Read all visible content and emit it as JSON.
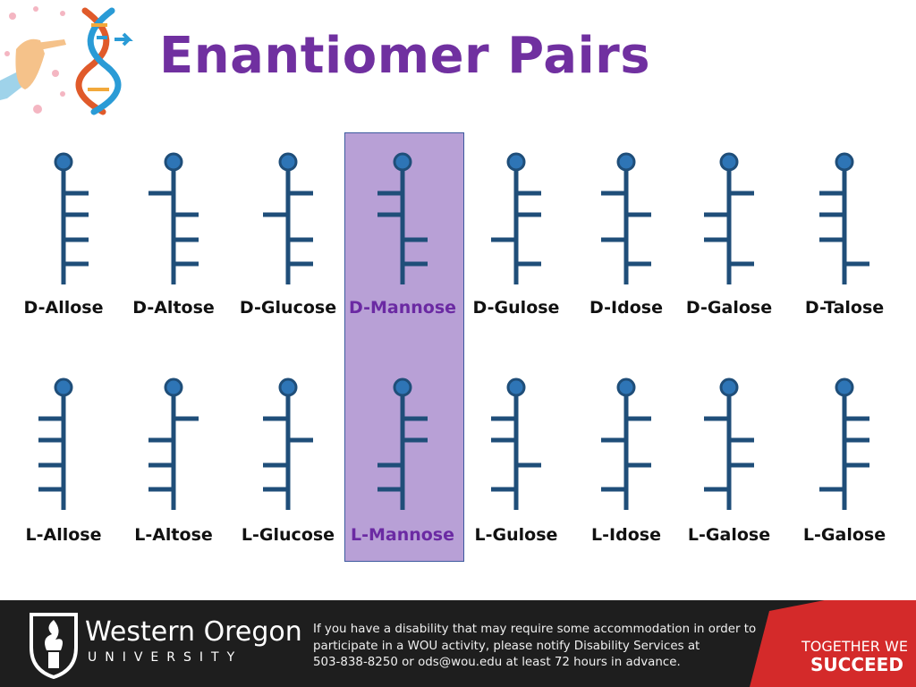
{
  "title": "Enantiomer Pairs",
  "colors": {
    "title": "#7030a0",
    "structure": "#1f4e79",
    "atom": "#2e75b6",
    "highlight": "#b8a0d6",
    "footer": "#1e1e1e",
    "accent": "#d42a2a"
  },
  "d_row": [
    {
      "label": "D-Allose",
      "substituents": [
        "R",
        "R",
        "R",
        "R"
      ]
    },
    {
      "label": "D-Altose",
      "substituents": [
        "L",
        "R",
        "R",
        "R"
      ]
    },
    {
      "label": "D-Glucose",
      "substituents": [
        "R",
        "L",
        "R",
        "R"
      ]
    },
    {
      "label": "D-Mannose",
      "substituents": [
        "L",
        "L",
        "R",
        "R"
      ]
    },
    {
      "label": "D-Gulose",
      "substituents": [
        "R",
        "R",
        "L",
        "R"
      ]
    },
    {
      "label": "D-Idose",
      "substituents": [
        "L",
        "R",
        "L",
        "R"
      ]
    },
    {
      "label": "D-Galose",
      "substituents": [
        "R",
        "L",
        "L",
        "R"
      ]
    },
    {
      "label": "D-Talose",
      "substituents": [
        "L",
        "L",
        "L",
        "R"
      ]
    }
  ],
  "l_row": [
    {
      "label": "L-Allose",
      "substituents": [
        "L",
        "L",
        "L",
        "L"
      ]
    },
    {
      "label": "L-Altose",
      "substituents": [
        "R",
        "L",
        "L",
        "L"
      ]
    },
    {
      "label": "L-Glucose",
      "substituents": [
        "L",
        "R",
        "L",
        "L"
      ]
    },
    {
      "label": "L-Mannose",
      "substituents": [
        "R",
        "R",
        "L",
        "L"
      ]
    },
    {
      "label": "L-Gulose",
      "substituents": [
        "L",
        "L",
        "R",
        "L"
      ]
    },
    {
      "label": "L-Idose",
      "substituents": [
        "R",
        "L",
        "R",
        "L"
      ]
    },
    {
      "label": "L-Galose",
      "substituents": [
        "L",
        "R",
        "R",
        "L"
      ]
    },
    {
      "label": "L-Galose",
      "substituents": [
        "R",
        "R",
        "R",
        "L"
      ]
    }
  ],
  "highlighted_index": 3,
  "footer": {
    "wordmark": "Western Oregon",
    "university": "UNIVERSITY",
    "note_lines": [
      "If you have a disability that may require some accommodation in order to",
      "participate in a WOU activity, please notify Disability Services at",
      "503-838-8250 or ods@wou.edu at least 72 hours in advance."
    ],
    "tagline_1": "TOGETHER WE",
    "tagline_2": "SUCCEED"
  }
}
